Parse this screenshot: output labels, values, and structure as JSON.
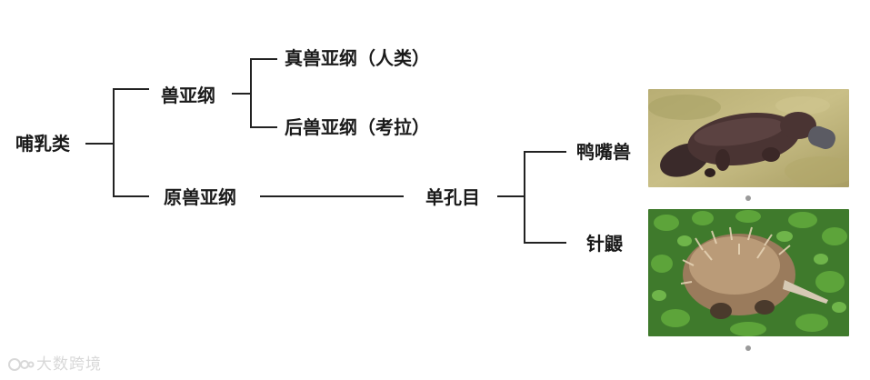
{
  "tree": {
    "root": "哺乳类",
    "subclass_beast": "兽亚纲",
    "eutheria": "真兽亚纲（人类）",
    "metatheria": "后兽亚纲（考拉）",
    "prototheria": "原兽亚纲",
    "monotremata": "单孔目",
    "platypus": "鸭嘴兽",
    "echidna": "针鼹"
  },
  "photos": {
    "platypus_icon": "platypus-photo",
    "echidna_icon": "echidna-photo"
  },
  "colors": {
    "line": "#222222",
    "text": "#1a1a1a",
    "watermark": "#d8d8d8"
  },
  "watermark": {
    "text": "大数跨境"
  }
}
